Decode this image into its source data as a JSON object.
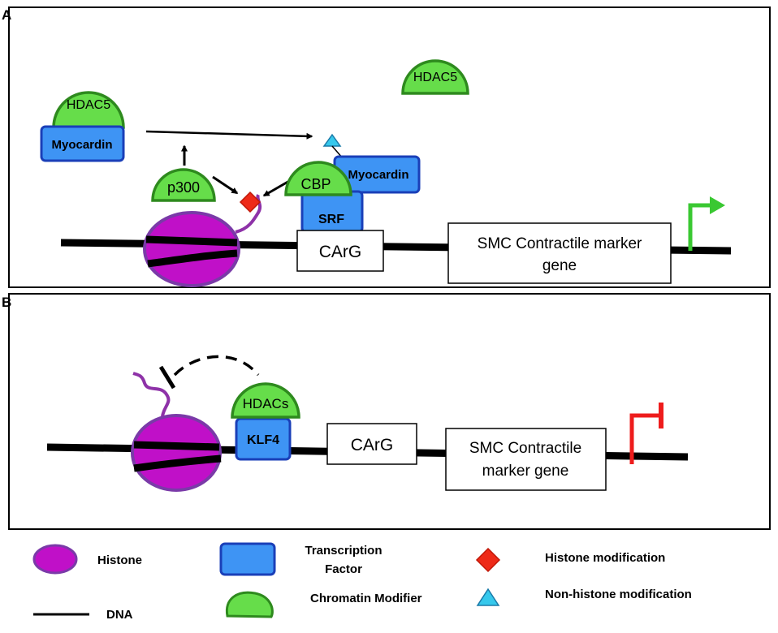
{
  "panels": {
    "a": {
      "letter": "A",
      "hdac5_left": "HDAC5",
      "myocardin_left": "Myocardin",
      "hdac5_right": "HDAC5",
      "p300": "p300",
      "cbp": "CBP",
      "myocardin_right": "Myocardin",
      "srf": "SRF",
      "carg": "CArG",
      "gene_line1": "SMC Contractile marker",
      "gene_line2": "gene"
    },
    "b": {
      "letter": "B",
      "hdacs": "HDACs",
      "klf4": "KLF4",
      "carg": "CArG",
      "gene_line1": "SMC Contractile",
      "gene_line2": "marker gene"
    }
  },
  "legend": {
    "histone": "Histone",
    "dna": "DNA",
    "tf_line1": "Transcription",
    "tf_line2": "Factor",
    "chromatin_modifier": "Chromatin Modifier",
    "histone_mod": "Histone modification",
    "nonhistone_mod": "Non-histone modification"
  },
  "colors": {
    "histone_fill": "#c010c8",
    "histone_stroke": "#7a3aa8",
    "tf_fill": "#3e94f4",
    "tf_stroke": "#1a3fb8",
    "modifier_fill": "#66dd4a",
    "modifier_stroke": "#2e8a1e",
    "active_promoter": "#3ac832",
    "repressed_promoter": "#ee1c1c",
    "histone_mod_fill": "#ee2a18",
    "nonhistone_mod_fill": "#36c8ec"
  }
}
